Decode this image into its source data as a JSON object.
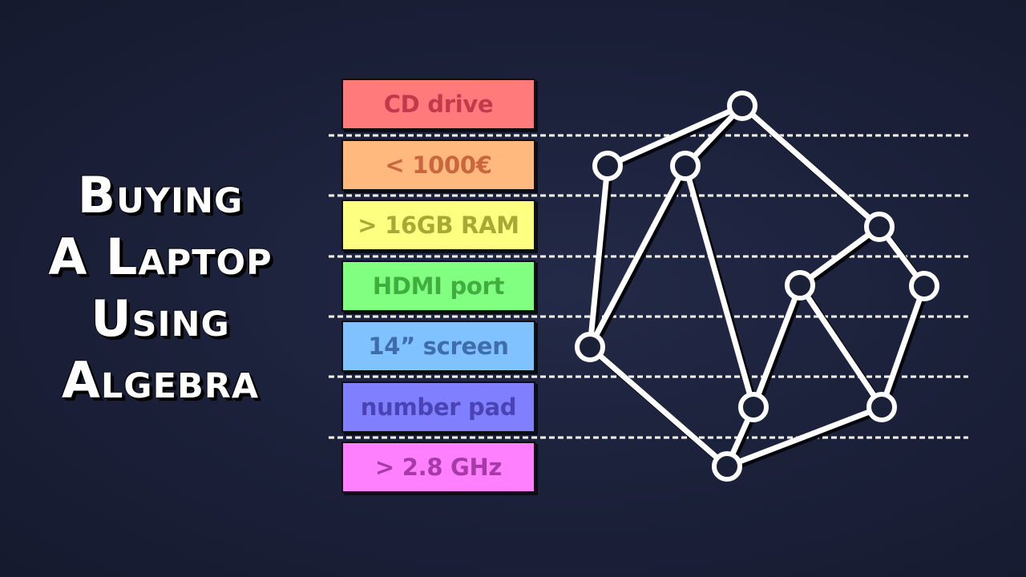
{
  "title": {
    "lines": [
      "Buying",
      "A Laptop",
      "Using",
      "Algebra"
    ]
  },
  "requirements": [
    {
      "label": "CD drive",
      "bg": "#ff7b7b",
      "fg": "#c23a4a"
    },
    {
      "label": "< 1000€",
      "bg": "#ffb97e",
      "fg": "#c9663e"
    },
    {
      "label": "> 16GB RAM",
      "bg": "#fdff80",
      "fg": "#a7a937"
    },
    {
      "label": "HDMI port",
      "bg": "#80ff80",
      "fg": "#3fae3f"
    },
    {
      "label": "14” screen",
      "bg": "#80c2ff",
      "fg": "#3f6cab"
    },
    {
      "label": "number pad",
      "bg": "#8080ff",
      "fg": "#4a43b3"
    },
    {
      "label": "> 2.8 GHz",
      "bg": "#ff80ff",
      "fg": "#a63aa6"
    }
  ],
  "colors": {
    "background": "#1b2039",
    "graph": "#ffffff",
    "dashed_line": "#ffffff"
  }
}
